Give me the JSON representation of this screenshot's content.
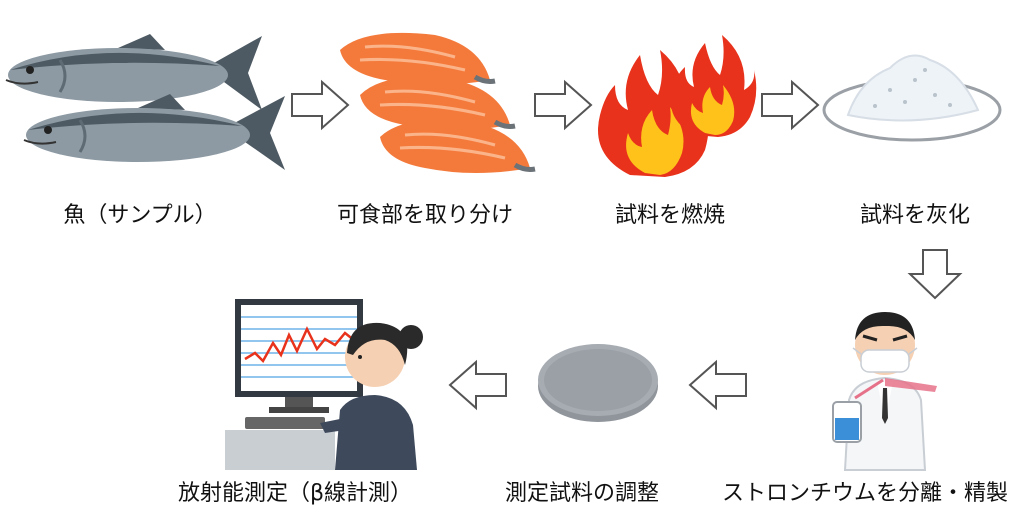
{
  "steps": [
    {
      "id": "fish",
      "label": "魚（サンプル）"
    },
    {
      "id": "edible",
      "label": "可食部を取り分け"
    },
    {
      "id": "burn",
      "label": "試料を燃焼"
    },
    {
      "id": "ash",
      "label": "試料を灰化"
    },
    {
      "id": "separate",
      "label": "ストロンチウムを分離・精製"
    },
    {
      "id": "prepare",
      "label": "測定試料の調整"
    },
    {
      "id": "measure",
      "label": "放射能測定（β線計測）"
    }
  ],
  "colors": {
    "fish_body": "#8d9aa3",
    "fish_back": "#4e5a63",
    "salmon": "#f47a3c",
    "flame": "#e8321b",
    "flame_inner": "#ffc21a",
    "ash": "#eef3f8",
    "dish": "#9aa0a6",
    "arrow_stroke": "#555555"
  }
}
